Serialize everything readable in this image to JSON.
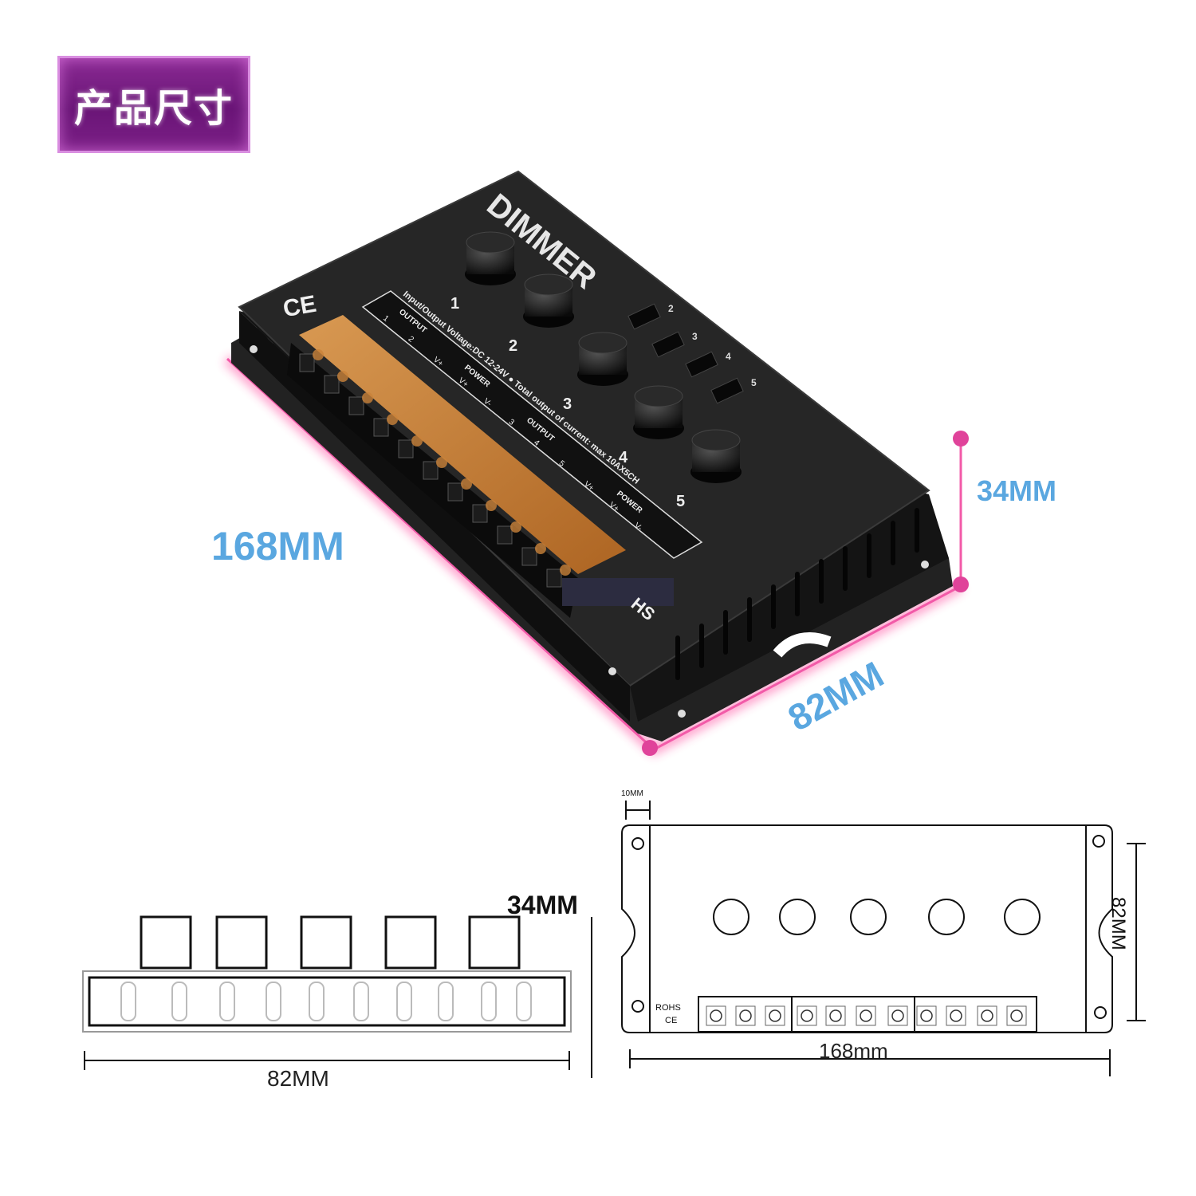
{
  "badge": {
    "title": "产品尺寸"
  },
  "device": {
    "brand": "DIMMER",
    "ce_mark": "CE",
    "spec_line1": "Input/Output Voltage:DC 12-24V ● Total output of current: max 10AX5CH",
    "terminal_headers_a": [
      "1",
      "2",
      "V+",
      "V+",
      "V-",
      "3",
      "4",
      "5",
      "V+",
      "V+",
      "V-"
    ],
    "terminal_group_labels": [
      "OUTPUT",
      "POWER",
      "OUTPUT",
      "POWER"
    ],
    "knob_numbers": [
      "1",
      "2",
      "3",
      "4",
      "5"
    ],
    "switch_numbers": [
      "2",
      "3",
      "4",
      "5"
    ],
    "rohs_fragment": "HS"
  },
  "dimensions_photo": {
    "length": "168MM",
    "width": "82MM",
    "height": "34MM"
  },
  "side_view": {
    "height": "34MM",
    "width": "82MM"
  },
  "top_view": {
    "tab": "10MM",
    "width": "82MM",
    "length": "168mm",
    "rohs": "ROHS",
    "ce": "CE"
  },
  "colors": {
    "badge_purple": "#7b1f86",
    "dimension_blue": "#5aa7e0",
    "glow_pink": "#e0439a",
    "device_black": "#1a1a1a",
    "terminal_amber": "#d98a3a"
  }
}
